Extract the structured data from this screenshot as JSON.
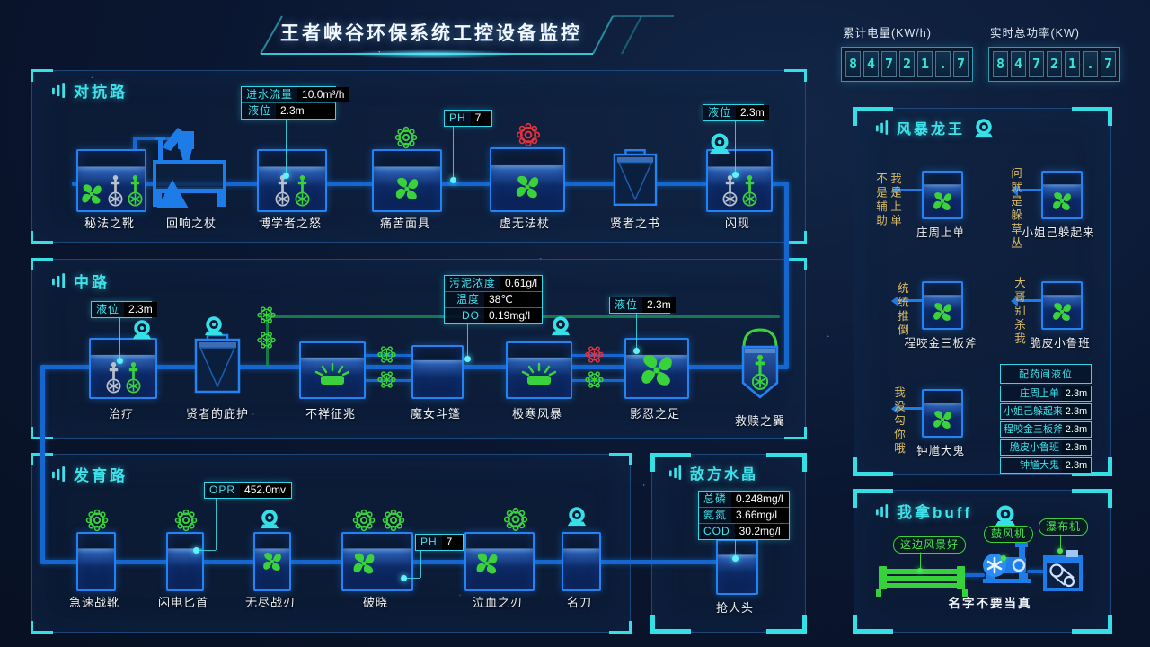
{
  "title": "王者峡谷环保系统工控设备监控",
  "colors": {
    "accent_cyan": "#35E0E8",
    "pipe_blue": "#1E7CE8",
    "device_green": "#3AD23C",
    "alarm_red": "#E8323C",
    "note_yellow": "#D9BC66",
    "digit_teal": "#35E6D6"
  },
  "icons": {
    "fan": "pinwheel-blades",
    "gear": "round-tooth-gear",
    "mixer": "agitator-with-impeller",
    "pump": "blower-circle",
    "valve": "hex-asterisk-valve",
    "clarifier": "funnel-tank",
    "light": "glowing-bar"
  },
  "meters": {
    "energy": {
      "label": "累计电量(KW/h)",
      "digits": [
        "8",
        "4",
        "7",
        "2",
        "1",
        ".",
        "7"
      ]
    },
    "power": {
      "label": "实时总功率(KW)",
      "digits": [
        "8",
        "4",
        "7",
        "2",
        "1",
        ".",
        "7"
      ]
    }
  },
  "top_lane": {
    "title": "对抗路",
    "inflow_box": {
      "rows": [
        {
          "k": "进水流量",
          "v": "10.0m³/h"
        },
        {
          "k": "液位",
          "v": "2.3m"
        }
      ]
    },
    "ph_box": {
      "k": "PH",
      "v": "7"
    },
    "level_box": {
      "k": "液位",
      "v": "2.3m"
    },
    "equipment": [
      "秘法之靴",
      "回响之杖",
      "博学者之怒",
      "痛苦面具",
      "虚无法杖",
      "贤者之书",
      "闪现"
    ]
  },
  "mid_lane": {
    "title": "中路",
    "level_box_left": {
      "k": "液位",
      "v": "2.3m"
    },
    "sludge_box": {
      "rows": [
        {
          "k": "污泥浓度",
          "v": "0.61g/l"
        },
        {
          "k": "温度",
          "v": "38℃"
        },
        {
          "k": "DO",
          "v": "0.19mg/l"
        }
      ]
    },
    "level_box_right": {
      "k": "液位",
      "v": "2.3m"
    },
    "equipment": [
      "治疗",
      "贤者的庇护",
      "不祥征兆",
      "魔女斗篷",
      "极寒风暴",
      "影忍之足",
      "救赎之翼"
    ]
  },
  "farm_lane": {
    "title": "发育路",
    "opr_box": {
      "k": "OPR",
      "v": "452.0mv"
    },
    "ph_box": {
      "k": "PH",
      "v": "7"
    },
    "equipment": [
      "急速战靴",
      "闪电匕首",
      "无尽战刃",
      "破晓",
      "泣血之刃",
      "名刀"
    ]
  },
  "crystal": {
    "title": "敌方水晶",
    "quality_box": {
      "rows": [
        {
          "k": "总磷",
          "v": "0.248mg/l"
        },
        {
          "k": "氨氮",
          "v": "3.66mg/l"
        },
        {
          "k": "COD",
          "v": "30.2mg/l"
        }
      ]
    },
    "equipment": [
      "抢人头"
    ]
  },
  "dragon": {
    "title": "风暴龙王",
    "units": [
      {
        "label": "庄周上单",
        "note": "我是上单不是辅助"
      },
      {
        "label": "小姐己躲起来",
        "note": "问就是躲草丛"
      },
      {
        "label": "程咬金三板斧",
        "note": "统统推倒"
      },
      {
        "label": "脆皮小鲁班",
        "note": "大哥别杀我"
      },
      {
        "label": "钟馗大鬼",
        "note": "我没勾你哦"
      }
    ],
    "table": {
      "header": "配药间液位",
      "rows": [
        [
          "庄周上单",
          "2.3m"
        ],
        [
          "小姐己躲起来",
          "2.3m"
        ],
        [
          "程咬金三板斧",
          "2.3m"
        ],
        [
          "脆皮小鲁班",
          "2.3m"
        ],
        [
          "钟馗大鬼",
          "2.3m"
        ]
      ]
    }
  },
  "buff": {
    "title": "我拿buff",
    "tags": [
      "这边风景好",
      "鼓风机",
      "瀑布机"
    ],
    "caption": "名字不要当真"
  }
}
